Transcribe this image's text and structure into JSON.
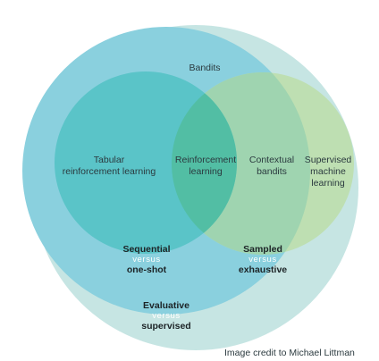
{
  "diagram": {
    "colors": {
      "outer": "#c6e5e3",
      "bandits": "#8ad0de",
      "bandits_overlay": "#7fccd6",
      "tabular": "#5ac4c8",
      "contextual": "#9fd4b0",
      "supervised": "#bedfb2",
      "rl_overlap": "#52bea4",
      "text": "#2b3a3f",
      "versus": "#ffffff"
    },
    "labels": {
      "bandits": "Bandits",
      "tabular_line1": "Tabular",
      "tabular_line2": "reinforcement learning",
      "rl_line1": "Reinforcement",
      "rl_line2": "learning",
      "contextual_line1": "Contextual",
      "contextual_line2": "bandits",
      "supervised_line1": "Supervised",
      "supervised_line2": "machine",
      "supervised_line3": "learning"
    },
    "axes": {
      "sequential": {
        "top": "Sequential",
        "versus": "versus",
        "bottom": "one-shot"
      },
      "sampled": {
        "top": "Sampled",
        "versus": "versus",
        "bottom": "exhaustive"
      },
      "evaluative": {
        "top": "Evaluative",
        "versus": "versus",
        "bottom": "supervised"
      }
    },
    "credit": "Image credit to Michael Littman"
  }
}
